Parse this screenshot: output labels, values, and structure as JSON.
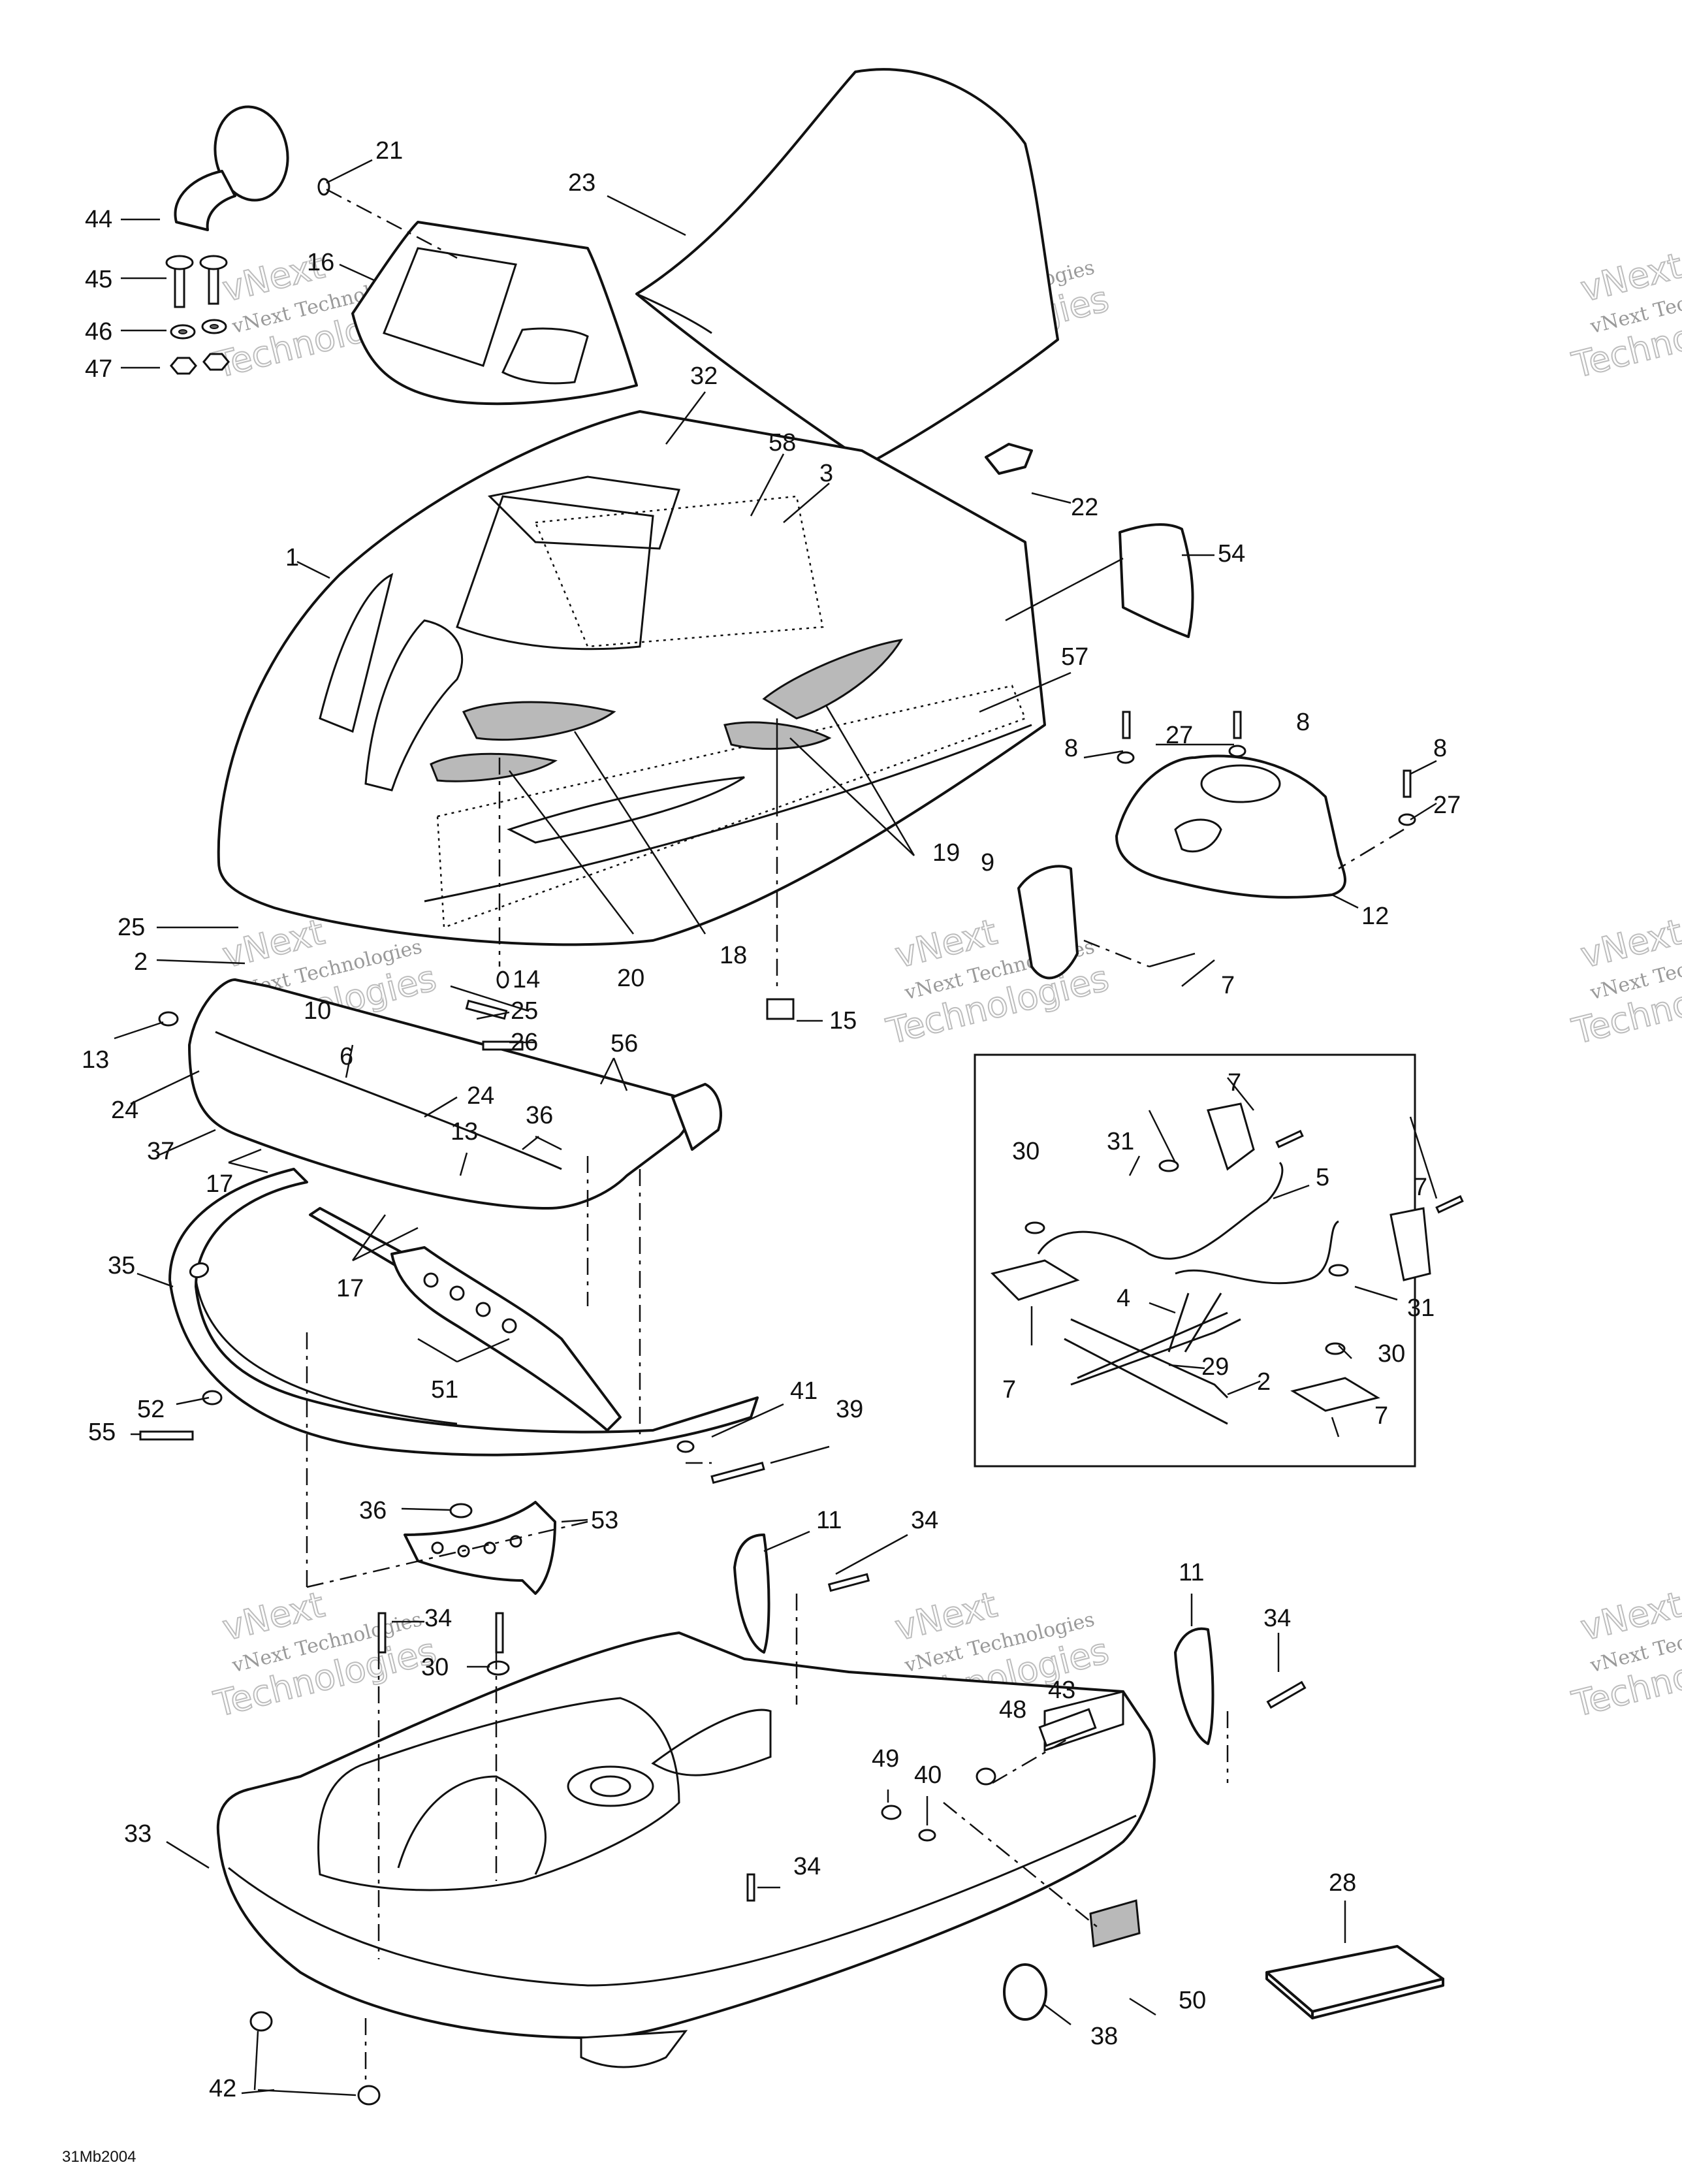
{
  "diagram": {
    "drawing_code": "31Mb2004",
    "watermark": {
      "line1": "vNext",
      "line2": "Technologies",
      "line3": "vNext Technologies"
    },
    "callouts": [
      {
        "id": "c44",
        "label": "44"
      },
      {
        "id": "c45",
        "label": "45"
      },
      {
        "id": "c46",
        "label": "46"
      },
      {
        "id": "c47",
        "label": "47"
      },
      {
        "id": "c21",
        "label": "21"
      },
      {
        "id": "c16",
        "label": "16"
      },
      {
        "id": "c23",
        "label": "23"
      },
      {
        "id": "c32",
        "label": "32"
      },
      {
        "id": "c58",
        "label": "58"
      },
      {
        "id": "c3",
        "label": "3"
      },
      {
        "id": "c22",
        "label": "22"
      },
      {
        "id": "c54",
        "label": "54"
      },
      {
        "id": "c1",
        "label": "1"
      },
      {
        "id": "c57",
        "label": "57"
      },
      {
        "id": "c8a",
        "label": "8"
      },
      {
        "id": "c27a",
        "label": "27"
      },
      {
        "id": "c8b",
        "label": "8"
      },
      {
        "id": "c8c",
        "label": "8"
      },
      {
        "id": "c27b",
        "label": "27"
      },
      {
        "id": "c9",
        "label": "9"
      },
      {
        "id": "c19",
        "label": "19"
      },
      {
        "id": "c12",
        "label": "12"
      },
      {
        "id": "c7a",
        "label": "7"
      },
      {
        "id": "c25a",
        "label": "25"
      },
      {
        "id": "c2a",
        "label": "2"
      },
      {
        "id": "c14",
        "label": "14"
      },
      {
        "id": "c20",
        "label": "20"
      },
      {
        "id": "c18",
        "label": "18"
      },
      {
        "id": "c10",
        "label": "10"
      },
      {
        "id": "c25b",
        "label": "25"
      },
      {
        "id": "c26",
        "label": "26"
      },
      {
        "id": "c15",
        "label": "15"
      },
      {
        "id": "c13a",
        "label": "13"
      },
      {
        "id": "c6",
        "label": "6"
      },
      {
        "id": "c56",
        "label": "56"
      },
      {
        "id": "c24a",
        "label": "24"
      },
      {
        "id": "c24b",
        "label": "24"
      },
      {
        "id": "c37",
        "label": "37"
      },
      {
        "id": "c36a",
        "label": "36"
      },
      {
        "id": "c13b",
        "label": "13"
      },
      {
        "id": "c17a",
        "label": "17"
      },
      {
        "id": "c17b",
        "label": "17"
      },
      {
        "id": "c35",
        "label": "35"
      },
      {
        "id": "c51",
        "label": "51"
      },
      {
        "id": "c52",
        "label": "52"
      },
      {
        "id": "c55",
        "label": "55"
      },
      {
        "id": "c41",
        "label": "41"
      },
      {
        "id": "c39",
        "label": "39"
      },
      {
        "id": "c36b",
        "label": "36"
      },
      {
        "id": "c53",
        "label": "53"
      },
      {
        "id": "c11a",
        "label": "11"
      },
      {
        "id": "c34a",
        "label": "34"
      },
      {
        "id": "c34b",
        "label": "34"
      },
      {
        "id": "c30a",
        "label": "30"
      },
      {
        "id": "c11b",
        "label": "11"
      },
      {
        "id": "c34c",
        "label": "34"
      },
      {
        "id": "c48",
        "label": "48"
      },
      {
        "id": "c43",
        "label": "43"
      },
      {
        "id": "c49",
        "label": "49"
      },
      {
        "id": "c40",
        "label": "40"
      },
      {
        "id": "c33",
        "label": "33"
      },
      {
        "id": "c34d",
        "label": "34"
      },
      {
        "id": "c28",
        "label": "28"
      },
      {
        "id": "c50",
        "label": "50"
      },
      {
        "id": "c38",
        "label": "38"
      },
      {
        "id": "c42",
        "label": "42"
      },
      {
        "id": "i7a",
        "label": "7"
      },
      {
        "id": "i31a",
        "label": "31"
      },
      {
        "id": "i30a",
        "label": "30"
      },
      {
        "id": "i5",
        "label": "5"
      },
      {
        "id": "i7b",
        "label": "7"
      },
      {
        "id": "i4",
        "label": "4"
      },
      {
        "id": "i31b",
        "label": "31"
      },
      {
        "id": "i30b",
        "label": "30"
      },
      {
        "id": "i29",
        "label": "29"
      },
      {
        "id": "i2",
        "label": "2"
      },
      {
        "id": "i7c",
        "label": "7"
      },
      {
        "id": "i7d",
        "label": "7"
      }
    ]
  }
}
